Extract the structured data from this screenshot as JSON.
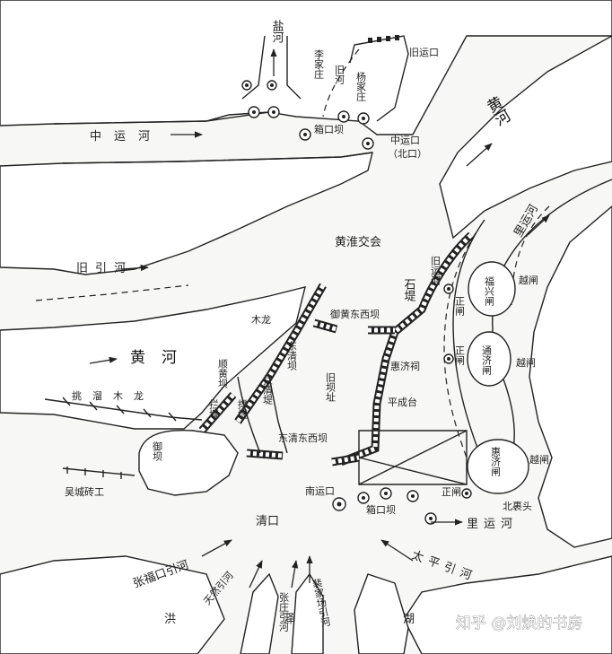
{
  "labels": {
    "yan_he": "盐河",
    "jiu_yun_kou": "旧运口",
    "li_jia_zhuang": "李家庄",
    "yang_jia_zhuang": "杨家庄",
    "jiu_he": "旧河",
    "zhong_yun_he": "中运河",
    "xiang_kou_ba_top": "箱口坝",
    "zhong_yun_kou": "中运口",
    "bei_kou": "（北口）",
    "huang_he_ne": "黄河",
    "huang_huai_jiao_hui": "黄淮交会",
    "jiu_yin_he": "旧引河",
    "li_yun_he_ne": "里运河",
    "fu_xing_zha": "福兴闸",
    "yue_zha_1": "越闸",
    "zheng_zha_1": "正闸",
    "shi_ti": "石堤",
    "jiu_yun_he": "旧运河",
    "mu_long_top": "木龙",
    "yu_huang_dong_xi_ba": "御黄东西坝",
    "tong_ji_zha": "通济闸",
    "yue_zha_2": "越闸",
    "zheng_zha_2": "正闸",
    "huang_he_w": "黄河",
    "dong_qing_ba": "东清坝",
    "shun_huang_ba": "顺黄坝",
    "lan_cheng_dao": "拦清堤",
    "jiu_ba_zhi": "旧坝址",
    "hui_ji_ci": "惠济祠",
    "tiao_liu_mu_long": "挑溜木龙",
    "lan_yan": "拦堰",
    "cheng_di": "撑堤",
    "ping_cheng_tai": "平成台",
    "dong_qing_dong_xi_ba": "东清东西坝",
    "hui_ji_zha": "惠济闸",
    "yue_zha_3": "越闸",
    "yu_ba": "御坝",
    "wu_cheng_zhuan_gong": "吴城砖工",
    "nan_yun_kou": "南运口",
    "zheng_zha_3": "正闸",
    "bei_guo_tou": "北裹头",
    "xiang_kou_ba_bottom": "箱口坝",
    "li_yun_he_s": "里运河",
    "qing_kou": "清口",
    "tai_ping_yin_he": "太平引河",
    "zhang_fu_kou_yin_he": "张福口引河",
    "tian_ran_yin_he": "天然引河",
    "zhang_zhuang_yin_he": "张庄引河",
    "pei_jia_chang_yin_he": "裴家场引河",
    "hong_ze_hu": "洪泽湖",
    "watermark": "知乎 @刘焕的书房"
  }
}
